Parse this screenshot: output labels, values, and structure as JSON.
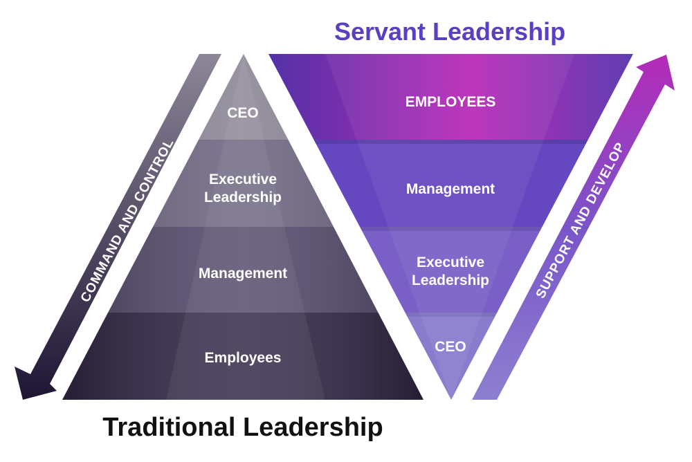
{
  "servant": {
    "title": "Servant Leadership",
    "arrow_label": "SUPPORT AND DEVELOP",
    "levels": [
      "EMPLOYEES",
      "Management",
      "Executive",
      "Leadership",
      "CEO"
    ]
  },
  "traditional": {
    "title": "Traditional Leadership",
    "arrow_label": "COMMAND AND CONTROL",
    "levels": [
      "CEO",
      "Executive",
      "Leadership",
      "Management",
      "Employees"
    ]
  },
  "colors": {
    "servant_title": "#5a3fc0",
    "traditional_title": "#111111"
  }
}
